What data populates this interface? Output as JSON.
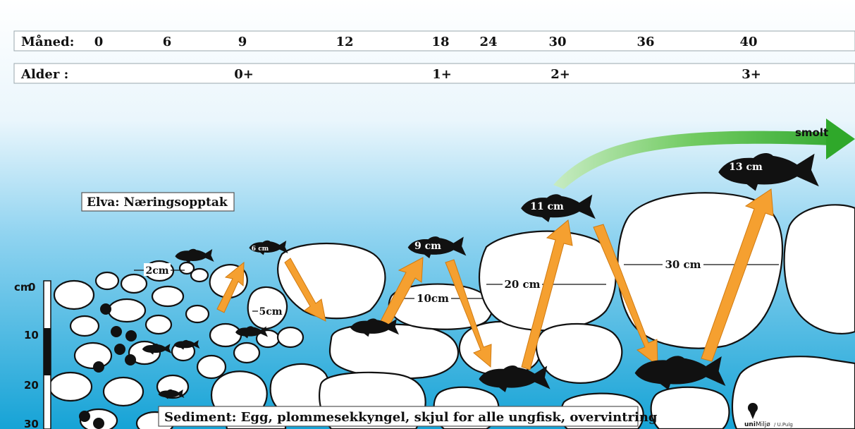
{
  "timeline": {
    "month_label": "Måned:",
    "months": [
      "0",
      "6",
      "9",
      "12",
      "18",
      "24",
      "30",
      "36",
      "40"
    ],
    "age_label": "Alder :",
    "ages": [
      "0+",
      "1+",
      "2+",
      "3+"
    ]
  },
  "labels": {
    "river_feeding": "Elva: Næringsopptak",
    "sediment": "Sediment: Egg, plommesekkyngel, skjul for alle ungfisk, overvintring",
    "smolt": "smolt"
  },
  "fish_sizes": [
    "6 cm",
    "9 cm",
    "11 cm",
    "13 cm"
  ],
  "stone_sizes": [
    "2cm",
    "5cm",
    "10cm",
    "20 cm",
    "30 cm"
  ],
  "depth_scale": {
    "unit": "cm",
    "ticks": [
      "0",
      "10",
      "20",
      "30"
    ]
  },
  "credit": {
    "logo_bold": "uni",
    "logo_rest": "Miljø",
    "author": "/ U.Pulg"
  },
  "colors": {
    "water_top": "#ffffff",
    "water_bottom": "#16a3d6",
    "stone_fill": "#ffffff",
    "fish": "#111111",
    "arrow_orange": "#f5a030",
    "arrow_green": "#3fb23a"
  }
}
